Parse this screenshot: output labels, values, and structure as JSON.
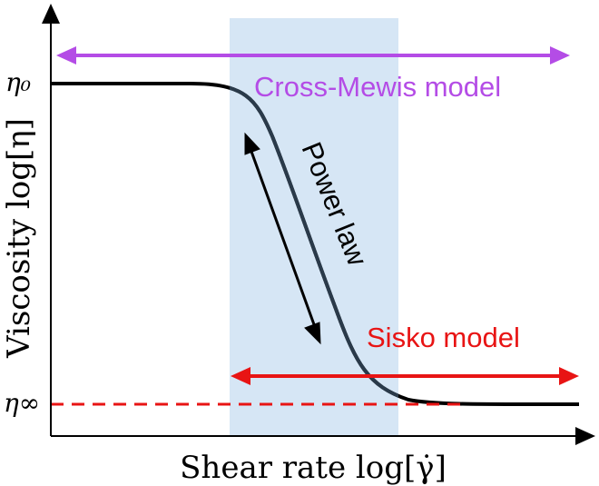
{
  "axes": {
    "xlabel": "Shear rate log[γ̇]",
    "ylabel": "Viscosity log[η]",
    "eta_zero_label": "η₀",
    "eta_inf_label": "η∞"
  },
  "annotations": {
    "cross_mewis": "Cross-Mewis model",
    "power_law": "Power law",
    "sisko": "Sisko model"
  },
  "colors": {
    "axis": "#000000",
    "curve": "#000000",
    "curve_in_band": "#2a3a4a",
    "band": "#d6e6f5",
    "cross_mewis": "#b44ce6",
    "sisko": "#e81414",
    "eta_inf_line": "#e81414"
  }
}
